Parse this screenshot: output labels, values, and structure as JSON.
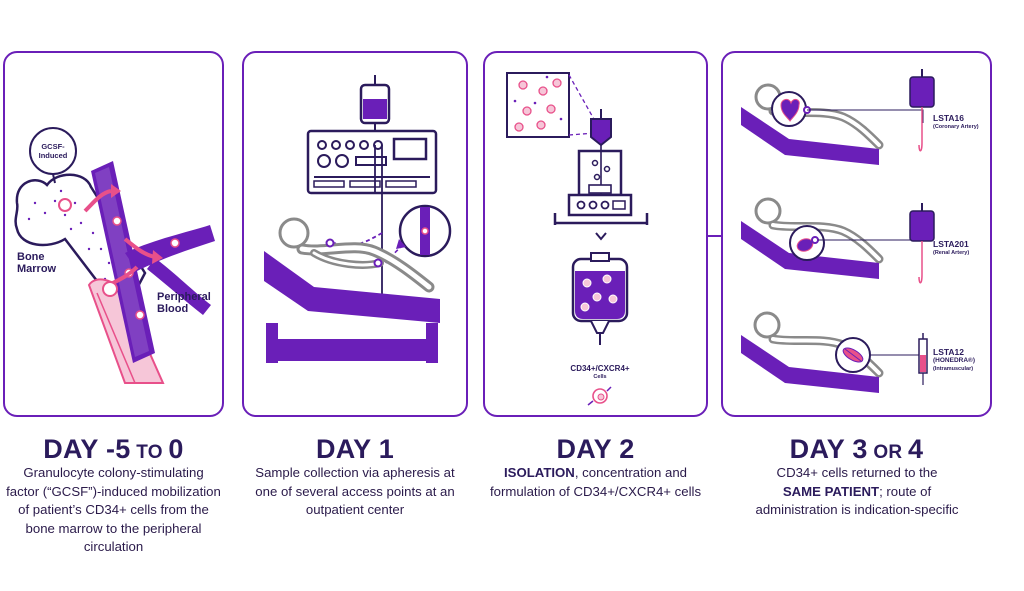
{
  "colors": {
    "primary": "#6a1fb8",
    "dark": "#2b1b5c",
    "pink": "#e8508a",
    "light": "#f4e6f7",
    "grey": "#8a8a8a"
  },
  "panel1": {
    "gcsf_label": "GCSF-\nInduced",
    "bone_marrow": "Bone\nMarrow",
    "peripheral_blood": "Peripheral\nBlood"
  },
  "panel3": {
    "cells_label": "CD34+/CXCR4+",
    "cells_sub": "Cells"
  },
  "panel4": {
    "items": [
      {
        "name": "LSTA16",
        "route": "(Coronary Artery)"
      },
      {
        "name": "LSTA201",
        "route": "(Renal Artery)"
      },
      {
        "name": "LSTA12",
        "name2": "(HONEDRA®)",
        "route": "(Intramuscular)"
      }
    ]
  },
  "days": [
    {
      "title_main": "DAY -5",
      "title_small": " TO ",
      "title_end": "0"
    },
    {
      "title_main": "DAY 1"
    },
    {
      "title_main": "DAY 2"
    },
    {
      "title_main": "DAY 3",
      "title_small": " OR ",
      "title_end": "4"
    }
  ],
  "descriptions": {
    "d0": "Granulocyte colony-stimulating factor (“GCSF”)-induced mobilization of patient’s CD34+ cells from the bone marrow to the peripheral circulation",
    "d1": "Sample collection via apheresis at one of several access points at an outpatient center",
    "d2_bold": "ISOLATION",
    "d2_rest": ", concentration and formulation of CD34+/CXCR4+ cells",
    "d3_a": "CD34+ cells returned to the",
    "d3_bold": "SAME PATIENT",
    "d3_b": "; route of administration is indication-specific"
  }
}
